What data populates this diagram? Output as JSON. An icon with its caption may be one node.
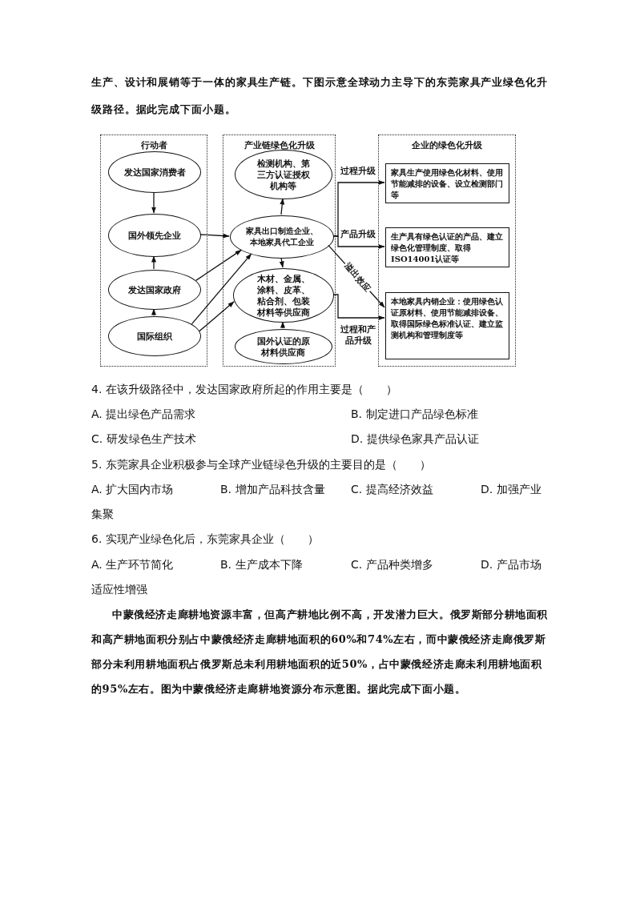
{
  "diagram": {
    "nodes": [
      {
        "text": [
          "行动者"
        ]
      },
      {
        "text": [
          "发达国家消费者"
        ],
        "in": 0
      },
      {
        "text": [
          "国外领先企业"
        ],
        "in": 0
      },
      {
        "text": [
          "发达国家政府"
        ],
        "in": 0
      },
      {
        "text": [
          "国际组织"
        ],
        "in": 0
      },
      {
        "text": [
          "产业链绿色化升级"
        ]
      },
      {
        "text": [
          "检测机构、第三方认证授权机构等"
        ],
        "in": 5
      },
      {
        "text": [
          "家具出口制造企业、本地家具代工企业"
        ],
        "in": 5
      },
      {
        "text": [
          "木材、金属、涂料、皮革、粘合剂、包装材料等供应商"
        ],
        "in": 5
      },
      {
        "text": [
          "国外认证的原材料供应商"
        ],
        "in": 5
      },
      {
        "text": [
          "企业的绿色化升级"
        ]
      },
      {
        "text": [
          "家具生产使用绿色化材料、使用节能减排的设备、设立检测部门等"
        ],
        "in": 10
      },
      {
        "text": [
          "生产具有绿色认证的产品、建立绿色化管理制度、取得ISO14001认证等"
        ],
        "in": 10
      },
      {
        "text": [
          "本地家具内销企业：使用绿色认证原材料、使用节能减排设备、取得国际绿色标准认证、建立监测机构和管理制度等"
        ],
        "in": 10
      }
    ],
    "edges": [
      {
        "from": 1,
        "to": 2,
        "arrow": "to"
      },
      {
        "from": 3,
        "to": 2,
        "arrow": "to"
      },
      {
        "from": 4,
        "to": 3,
        "arrow": "to"
      },
      {
        "from": 2,
        "to": 7,
        "arrow": "to"
      },
      {
        "from": 3,
        "to": 7,
        "arrow": "to"
      },
      {
        "from": 4,
        "to": 7,
        "arrow": "to"
      },
      {
        "from": 4,
        "to": 8,
        "arrow": "to"
      },
      {
        "from": 7,
        "to": 6,
        "arrow": "to"
      },
      {
        "from": 7,
        "to": 8,
        "arrow": "to"
      },
      {
        "from": 9,
        "to": 8,
        "arrow": "to"
      },
      {
        "from": 7,
        "to": 11,
        "arrow": "to",
        "label": "过程升级"
      },
      {
        "from": 7,
        "to": 12,
        "arrow": "to",
        "label": "产品升级"
      },
      {
        "from": 7,
        "to": 13,
        "arrow": "to",
        "label": "溢出效应"
      },
      {
        "from": 8,
        "to": 13,
        "arrow": "to",
        "label": "过程和产品升级"
      }
    ],
    "labels": [
      "生产、设计和展销等于一体的家具生产链。下图示意全球动力主导下的东莞家具产业绿色化升级路径。据此完成下面小题。",
      "4. 在该升级路径中，发达国家政府所起的作用主要是（　　）",
      "A. 提出绿色产品需求",
      "B. 制定进口产品绿色标准",
      "C. 研发绿色生产技术",
      "D. 提供绿色家具产品认证",
      "5. 东莞家具企业积极参与全球产业链绿色升级的主要目的是（　　）",
      "A. 扩大国内市场",
      "B. 增加产品科技含量",
      "C. 提高经济效益",
      "D. 加强产业集聚",
      "6. 实现产业绿色化后，东莞家具企业（　　）",
      "A. 生产环节简化",
      "B. 生产成本下降",
      "C. 产品种类增多",
      "D. 产品市场适应性增强",
      "中蒙俄经济走廊耕地资源丰富，但高产耕地比例不高，开发潜力巨大。俄罗斯部分耕地面积和高产耕地面积分别占中蒙俄经济走廊耕地面积的60%和74%左右，而中蒙俄经济走廊俄罗斯部分未利用耕地面积占俄罗斯总未利用耕地面积的近50%，占中蒙俄经济走廊未利用耕地面积的95%左右。图为中蒙俄经济走廊耕地资源分布示意图。据此完成下面小题。"
    ]
  }
}
